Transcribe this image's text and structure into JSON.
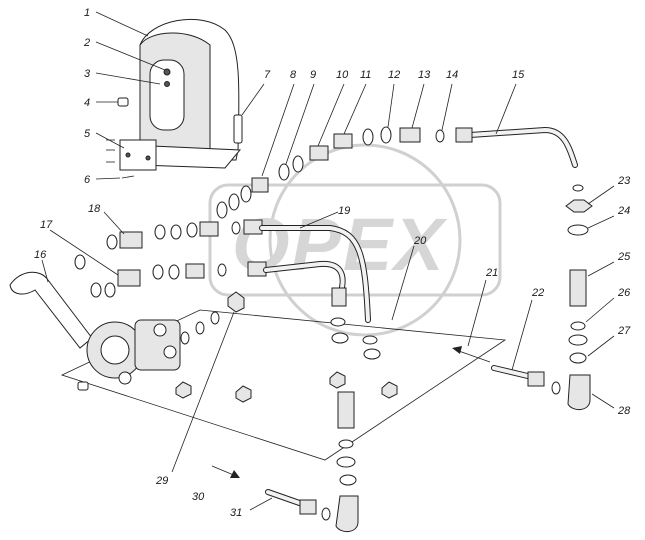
{
  "watermark": {
    "text": "OPEX"
  },
  "callouts": [
    {
      "id": "1",
      "label": "1"
    },
    {
      "id": "2",
      "label": "2"
    },
    {
      "id": "3",
      "label": "3"
    },
    {
      "id": "4",
      "label": "4"
    },
    {
      "id": "5",
      "label": "5"
    },
    {
      "id": "6",
      "label": "6"
    },
    {
      "id": "7",
      "label": "7"
    },
    {
      "id": "8",
      "label": "8"
    },
    {
      "id": "9",
      "label": "9"
    },
    {
      "id": "10",
      "label": "10"
    },
    {
      "id": "11",
      "label": "11"
    },
    {
      "id": "12",
      "label": "12"
    },
    {
      "id": "13",
      "label": "13"
    },
    {
      "id": "14",
      "label": "14"
    },
    {
      "id": "15",
      "label": "15"
    },
    {
      "id": "16",
      "label": "16"
    },
    {
      "id": "17",
      "label": "17"
    },
    {
      "id": "18",
      "label": "18"
    },
    {
      "id": "19",
      "label": "19"
    },
    {
      "id": "20",
      "label": "20"
    },
    {
      "id": "21",
      "label": "21"
    },
    {
      "id": "22",
      "label": "22"
    },
    {
      "id": "23",
      "label": "23"
    },
    {
      "id": "24",
      "label": "24"
    },
    {
      "id": "25",
      "label": "25"
    },
    {
      "id": "26",
      "label": "26"
    },
    {
      "id": "27",
      "label": "27"
    },
    {
      "id": "28",
      "label": "28"
    },
    {
      "id": "29",
      "label": "29"
    },
    {
      "id": "30",
      "label": "30"
    },
    {
      "id": "31",
      "label": "31"
    }
  ]
}
